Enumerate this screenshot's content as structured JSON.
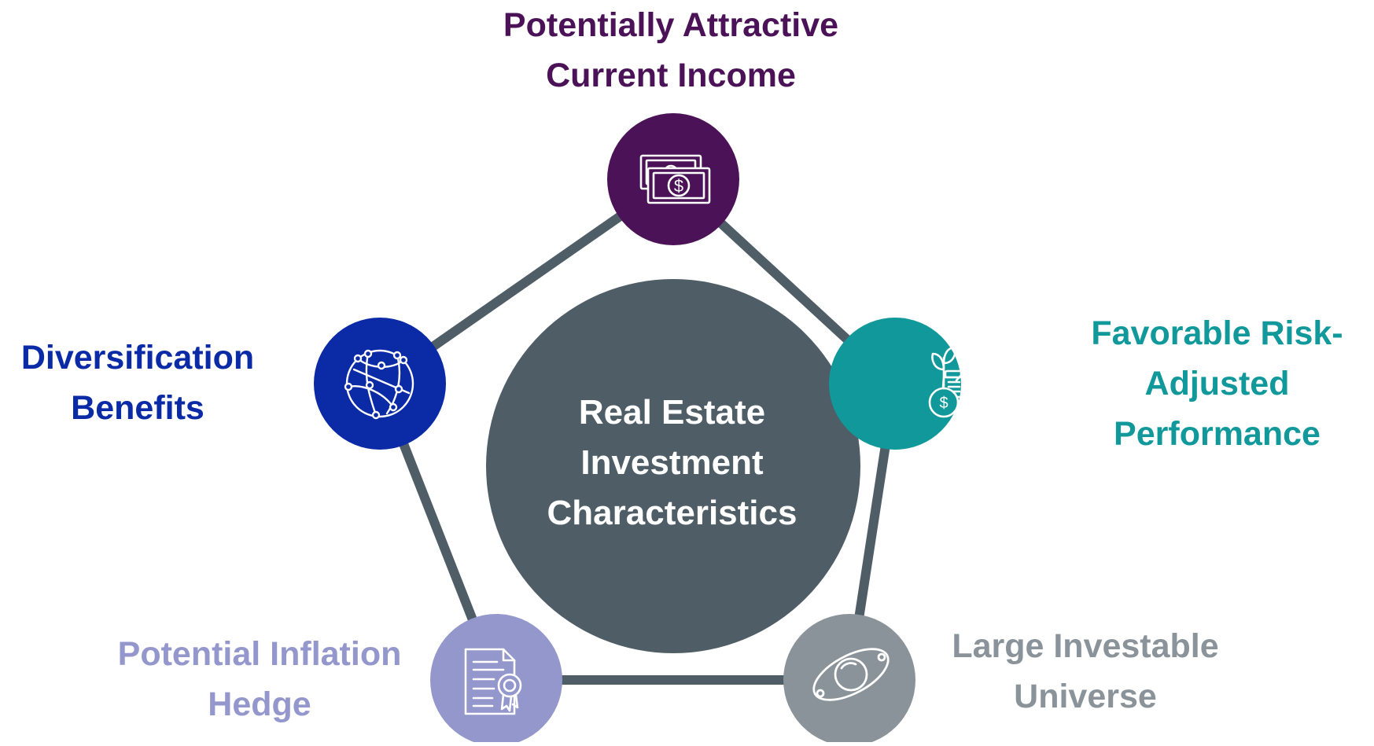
{
  "center": {
    "lines": [
      "Real Estate",
      "Investment",
      "Characteristics"
    ],
    "color": "#4f5d67"
  },
  "edge_color": "#4f5d67",
  "nodes": [
    {
      "id": "income",
      "lines": [
        "Potentially Attractive",
        "Current Income"
      ],
      "color": "#4b1258",
      "icon": "money-bills-icon"
    },
    {
      "id": "risk",
      "lines": [
        "Favorable Risk-",
        "Adjusted",
        "Performance"
      ],
      "color": "#10989b",
      "icon": "growth-investment-icon"
    },
    {
      "id": "universe",
      "lines": [
        "Large Investable",
        "Universe"
      ],
      "color": "#8a9399",
      "icon": "planet-orbit-icon"
    },
    {
      "id": "inflation",
      "lines": [
        "Potential Inflation",
        "Hedge"
      ],
      "color": "#9497cc",
      "icon": "certificate-document-icon"
    },
    {
      "id": "diversification",
      "lines": [
        "Diversification",
        "Benefits"
      ],
      "color": "#0a2aa6",
      "icon": "global-network-icon"
    }
  ]
}
